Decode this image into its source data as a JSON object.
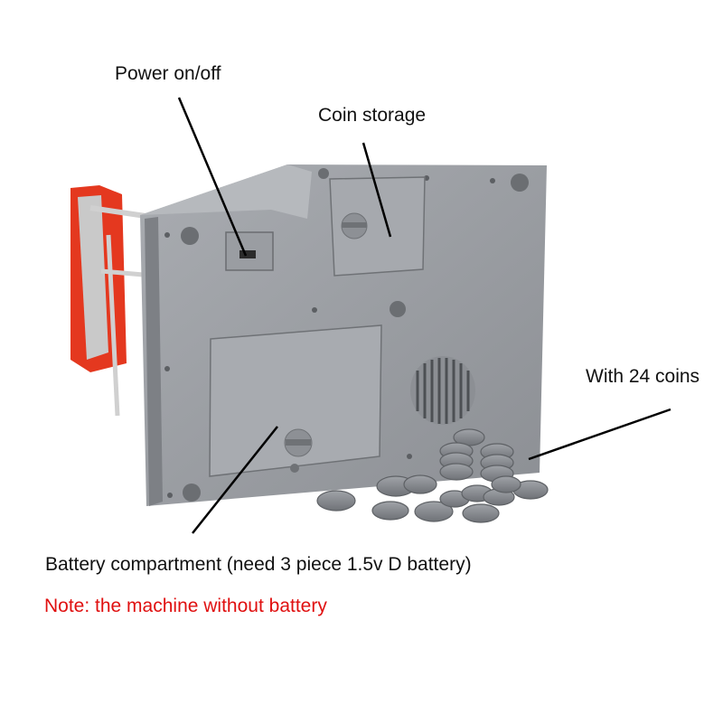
{
  "labels": {
    "power": "Power on/off",
    "coin_storage": "Coin storage",
    "coins": "With 24 coins",
    "battery": "Battery compartment (need 3 piece 1.5v D battery)",
    "note": "Note: the machine without battery"
  },
  "colors": {
    "machine_body": "#9b9ea3",
    "machine_frame": "#e4381f",
    "note_text": "#e01010",
    "coin": "#8a8d92"
  }
}
